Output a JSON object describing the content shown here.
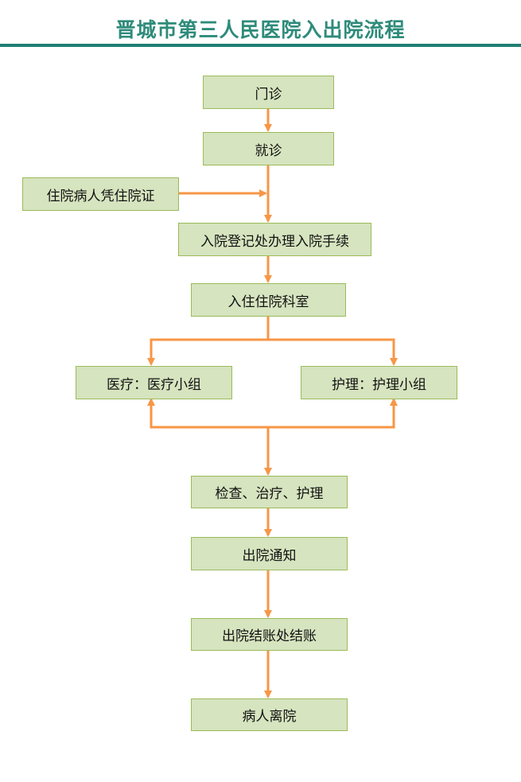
{
  "title": "晋城市第三人民医院入出院流程",
  "colors": {
    "title": "#2e8b7a",
    "rule": "#1f7f73",
    "box_fill": "#d6e4bf",
    "box_border": "#9bbb59",
    "arrow": "#f79646"
  },
  "nodes": {
    "clinic": "门诊",
    "consult": "就诊",
    "inpatient_cert": "住院病人凭住院证",
    "admission": "入院登记处办理入院手续",
    "ward": "入住住院科室",
    "medical": "医疗：医疗小组",
    "nursing": "护理：护理小组",
    "treatment": "检查、治疗、护理",
    "discharge_notice": "出院通知",
    "checkout": "出院结账处结账",
    "leave": "病人离院"
  }
}
